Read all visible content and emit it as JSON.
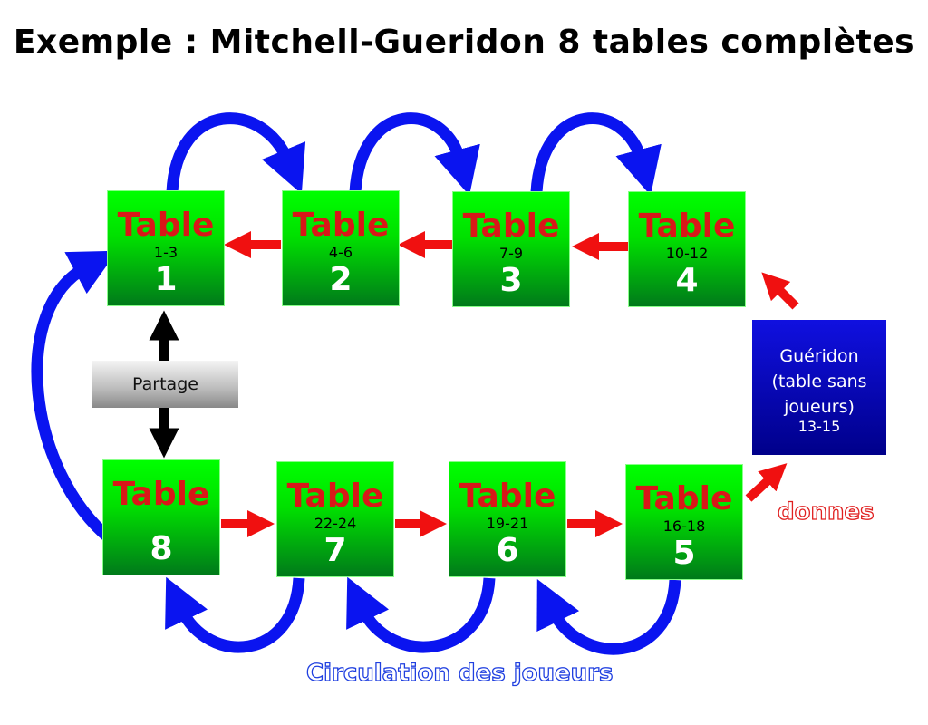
{
  "title": "Exemple : Mitchell-Gueridon 8 tables complètes",
  "table_word": "Table",
  "tables": [
    {
      "number": "1",
      "boards": "1-3"
    },
    {
      "number": "2",
      "boards": "4-6"
    },
    {
      "number": "3",
      "boards": "7-9"
    },
    {
      "number": "4",
      "boards": "10-12"
    },
    {
      "number": "5",
      "boards": "16-18"
    },
    {
      "number": "6",
      "boards": "19-21"
    },
    {
      "number": "7",
      "boards": "22-24"
    },
    {
      "number": "8",
      "boards": ""
    }
  ],
  "gueridon": {
    "line1": "Guéridon",
    "line2": "(table sans",
    "line3": "joueurs)",
    "boards": "13-15"
  },
  "partage": "Partage",
  "donnes": "donnes",
  "circulation": "Circulation des joueurs",
  "colors": {
    "player_arrow": "#0a14f0",
    "board_arrow": "#f01010",
    "table": "#00e000",
    "gueridon": "#0000c0"
  }
}
